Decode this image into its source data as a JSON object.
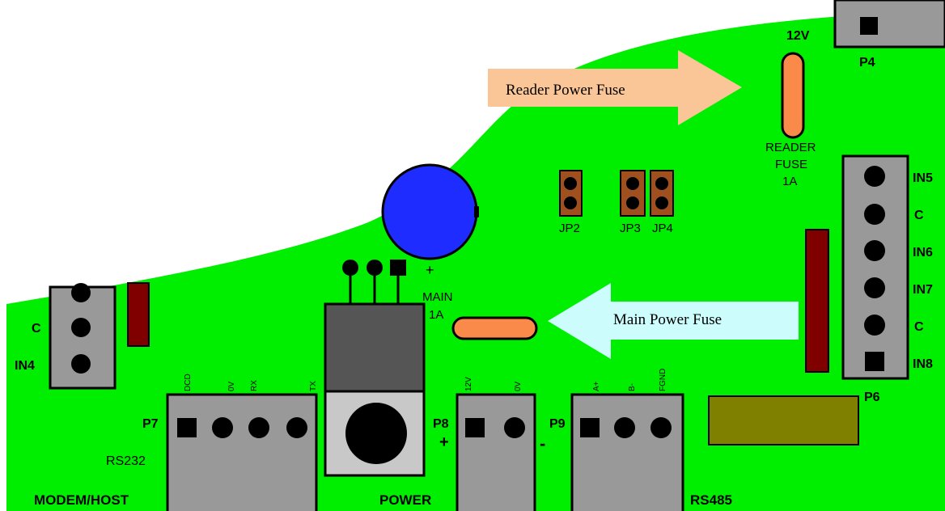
{
  "colors": {
    "board": "#00ee00",
    "connector_gray": "#999999",
    "jumper_brown": "#a0501e",
    "dark_red": "#800000",
    "fuse_orange": "#f98a4a",
    "capacitor_blue": "#1f2cff",
    "olive": "#808000",
    "regulator_dark": "#555555",
    "regulator_light": "#c8c8c8",
    "arrow_reader": "#fbc697",
    "arrow_main": "#ccfcfc"
  },
  "callouts": {
    "reader_fuse": "Reader Power Fuse",
    "main_fuse": "Main Power Fuse"
  },
  "labels": {
    "v12": "12V",
    "p4": "P4",
    "reader_fuse_1": "READER",
    "reader_fuse_2": "FUSE",
    "reader_fuse_3": "1A",
    "jp2": "JP2",
    "jp3": "JP3",
    "jp4": "JP4",
    "plus_cap": "+",
    "main_1": "MAIN",
    "main_2": "1A",
    "p6": "P6",
    "p6_pins": [
      "IN5",
      "C",
      "IN6",
      "IN7",
      "C",
      "IN8"
    ],
    "left_pins": [
      "C",
      "IN4"
    ],
    "p7": "P7",
    "rs232": "RS232",
    "modem_host": "MODEM/HOST",
    "p7_pins": [
      "DCD",
      "0V",
      "RX",
      "TX"
    ],
    "p8": "P8",
    "p8_plus": "+",
    "p8_minus": "-",
    "p8_pins": [
      "12V",
      "0V"
    ],
    "power": "POWER",
    "p9": "P9",
    "p9_pins": [
      "A+",
      "B-",
      "FGND"
    ],
    "rs485": "RS485"
  }
}
